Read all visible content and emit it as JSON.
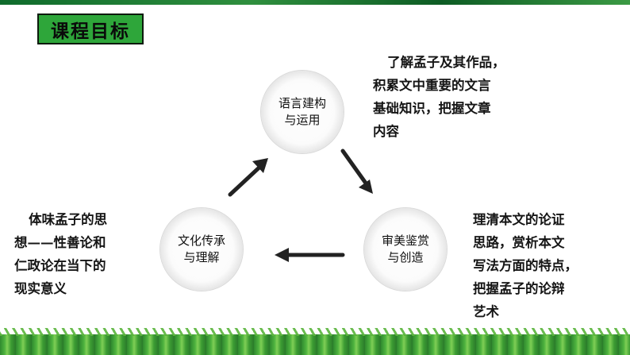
{
  "title": "课程目标",
  "nodes": {
    "language": {
      "line1": "语言建构",
      "line2": "与运用"
    },
    "culture": {
      "line1": "文化传承",
      "line2": "与理解"
    },
    "aesthetic": {
      "line1": "审美鉴赏",
      "line2": "与创造"
    }
  },
  "descriptions": {
    "language": [
      "了解孟子及其作品，",
      "积累文中重要的文言",
      "基础知识，把握文章",
      "内容"
    ],
    "culture": [
      "体味孟子的思",
      "想——性善论和",
      "仁政论在当下的",
      "现实意义"
    ],
    "aesthetic": [
      "理清本文的论证",
      "思路，赏析本文",
      "写法方面的特点，",
      "把握孟子的论辩",
      "艺术"
    ]
  },
  "colors": {
    "badge": "#2ea63a",
    "grass": "#4fb33f",
    "arrow": "#222222"
  }
}
